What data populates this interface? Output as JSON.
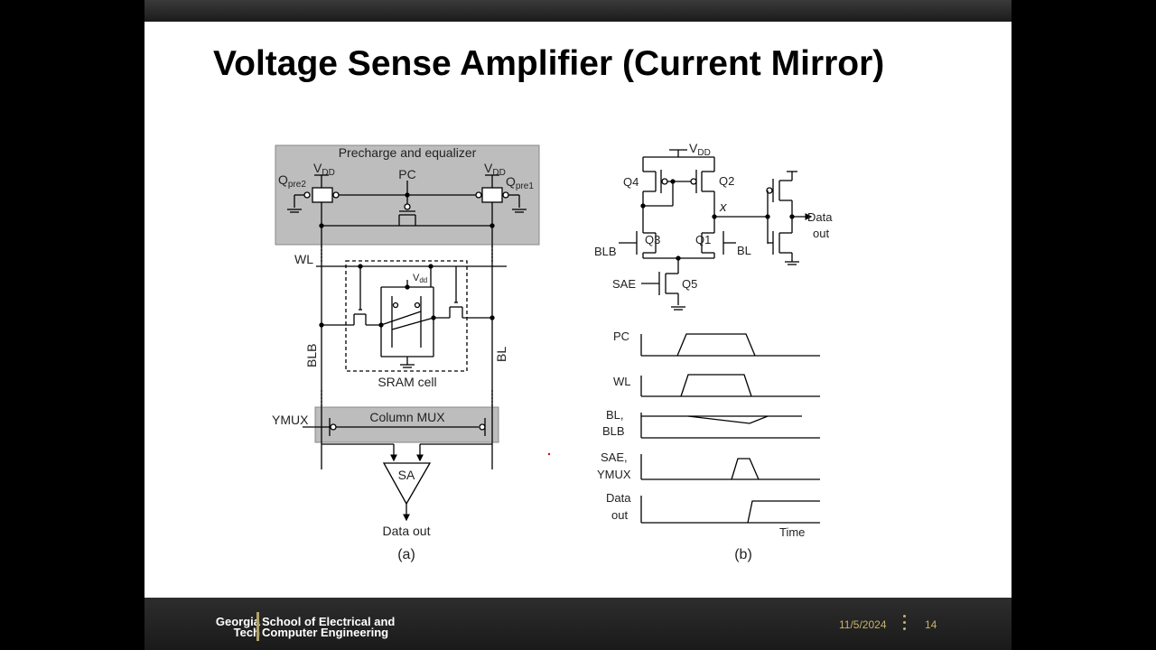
{
  "slide": {
    "title": "Voltage Sense Amplifier (Current Mirror)",
    "footer": {
      "logo_line1": "Georgia",
      "logo_line2": "Tech",
      "school_line1": "School of Electrical and",
      "school_line2": "Computer Engineering",
      "date": "11/5/2024",
      "page_number": "14"
    }
  },
  "figure_a": {
    "precharge_label": "Precharge and equalizer",
    "vdd": "V",
    "vdd_sub": "DD",
    "q_left": "Q",
    "q_left_sub": "pre2",
    "q_right": "Q",
    "q_right_sub": "pre1",
    "pc": "PC",
    "wl": "WL",
    "vdd_cell": "V",
    "vdd_cell_sub": "dd",
    "blb": "BLB",
    "bl": "BL",
    "sram_cell": "SRAM cell",
    "ymux": "YMUX",
    "column_mux": "Column MUX",
    "sa": "SA",
    "data_out": "Data out",
    "caption": "(a)"
  },
  "figure_b": {
    "vdd": "V",
    "vdd_sub": "DD",
    "q4": "Q4",
    "q2": "Q2",
    "q3": "Q3",
    "q1": "Q1",
    "q5": "Q5",
    "x": "x",
    "blb": "BLB",
    "bl": "BL",
    "sae": "SAE",
    "data_out_1": "Data",
    "data_out_2": "out",
    "timing": {
      "pc": "PC",
      "wl": "WL",
      "bl_1": "BL,",
      "bl_2": "BLB",
      "sae_1": "SAE,",
      "sae_2": "YMUX",
      "data_1": "Data",
      "data_2": "out",
      "time": "Time"
    },
    "caption": "(b)"
  }
}
